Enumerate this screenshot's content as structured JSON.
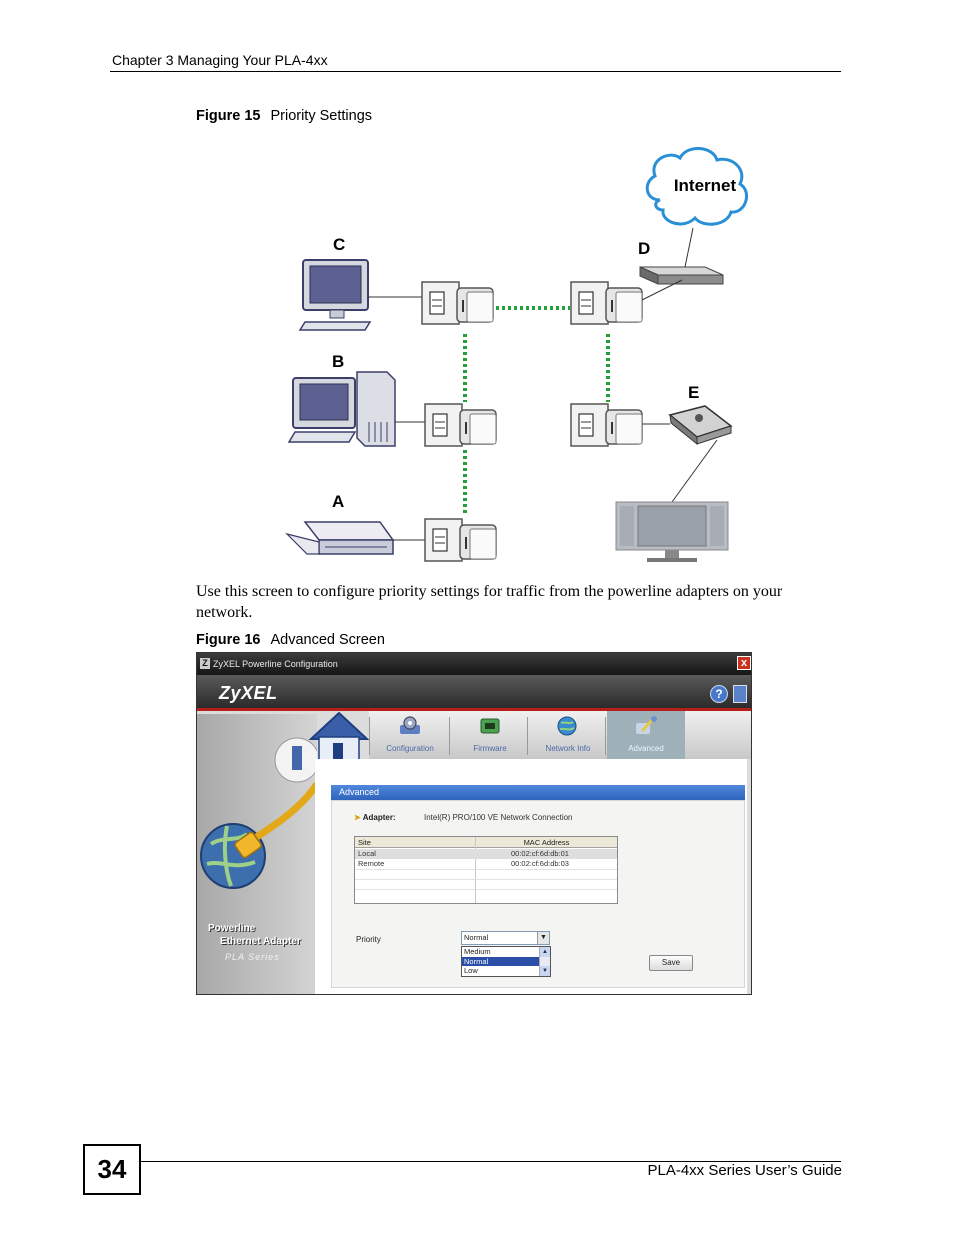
{
  "header": {
    "chapter": "Chapter 3 Managing Your PLA-4xx"
  },
  "figure15": {
    "label": "Figure 15",
    "title": "Priority Settings",
    "cloud_label": "Internet",
    "node_labels": {
      "a": "A",
      "b": "B",
      "c": "C",
      "d": "D",
      "e": "E"
    }
  },
  "body_text": "Use this screen to configure priority settings for traffic from the powerline adapters on your network.",
  "figure16": {
    "label": "Figure 16",
    "title": "Advanced Screen",
    "window": {
      "title": "ZyXEL Powerline Configuration",
      "brand": "ZyXEL",
      "help": "?",
      "close": "x",
      "side_line1": "Powerline",
      "side_line2": "Ethernet Adapter",
      "side_line3": "PLA Series",
      "tabs": [
        {
          "label": "Configuration",
          "icon": "configuration-icon"
        },
        {
          "label": "Firmware",
          "icon": "firmware-icon"
        },
        {
          "label": "Network Info",
          "icon": "network-info-icon"
        },
        {
          "label": "Advanced",
          "icon": "advanced-icon",
          "active": true
        }
      ],
      "panel_title": "Advanced",
      "adapter_label": "Adapter:",
      "adapter_value": "Intel(R) PRO/100 VE Network Connection",
      "table": {
        "headers": [
          "Site",
          "MAC Address"
        ],
        "rows": [
          {
            "site": "Local",
            "mac": "00:02:cf:6d:db:01"
          },
          {
            "site": "Remote",
            "mac": "00:02:cf:6d:db:03"
          }
        ]
      },
      "priority_label": "Priority",
      "priority_selected": "Normal",
      "priority_options": [
        "Medium",
        "Normal",
        "Low"
      ],
      "save_label": "Save"
    }
  },
  "footer": {
    "page_number": "34",
    "guide_title": "PLA-4xx Series User’s Guide"
  }
}
